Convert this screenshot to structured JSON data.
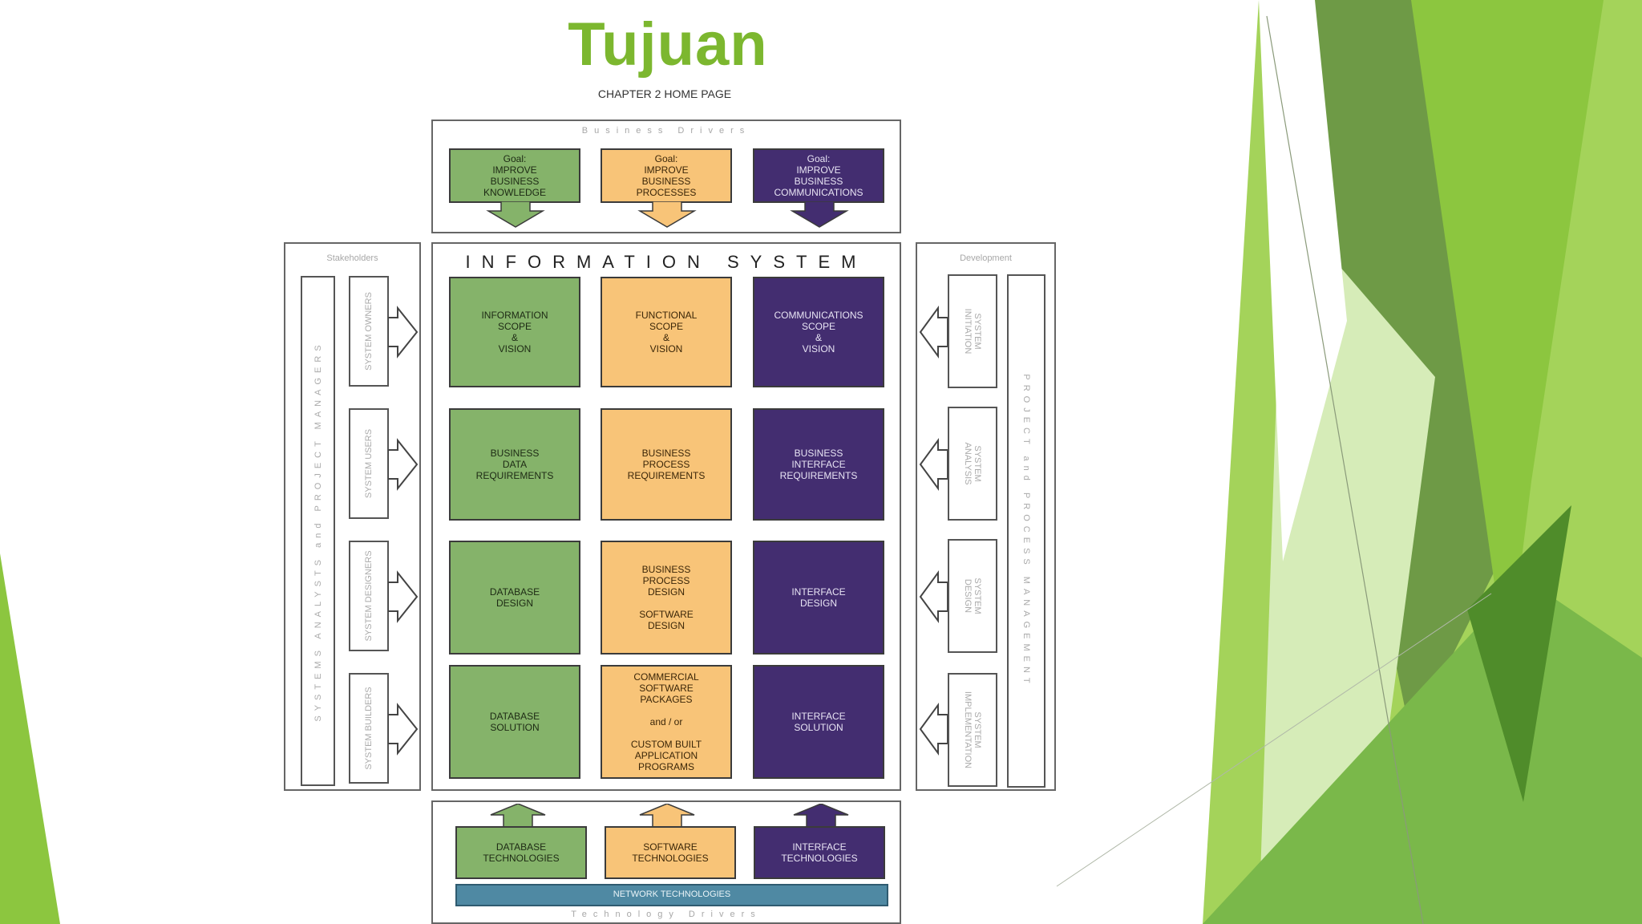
{
  "slide": {
    "title": "Tujuan",
    "subtitle": "CHAPTER 2 HOME PAGE"
  },
  "colors": {
    "accent_green": "#7cb72f",
    "cell_green": "#85b36a",
    "cell_orange": "#f8c478",
    "cell_purple": "#432d70",
    "network_blue": "#4f89a3"
  },
  "business_drivers": {
    "label": "Business Drivers",
    "goals": [
      "Goal:\nIMPROVE\nBUSINESS\nKNOWLEDGE",
      "Goal:\nIMPROVE\nBUSINESS\nPROCESSES",
      "Goal:\nIMPROVE\nBUSINESS\nCOMMUNICATIONS"
    ]
  },
  "stakeholders": {
    "label": "Stakeholders",
    "side_label": "SYSTEMS ANALYSTS and PROJECT MANAGERS",
    "roles": [
      "SYSTEM OWNERS",
      "SYSTEM USERS",
      "SYSTEM DESIGNERS",
      "SYSTEM BUILDERS"
    ]
  },
  "information_system": {
    "label": "INFORMATION SYSTEM",
    "rows": [
      [
        "INFORMATION\nSCOPE\n&\nVISION",
        "FUNCTIONAL\nSCOPE\n&\nVISION",
        "COMMUNICATIONS\nSCOPE\n&\nVISION"
      ],
      [
        "BUSINESS\nDATA\nREQUIREMENTS",
        "BUSINESS\nPROCESS\nREQUIREMENTS",
        "BUSINESS\nINTERFACE\nREQUIREMENTS"
      ],
      [
        "DATABASE\nDESIGN",
        "BUSINESS\nPROCESS\nDESIGN\n\nSOFTWARE\nDESIGN",
        "INTERFACE\nDESIGN"
      ],
      [
        "DATABASE\nSOLUTION",
        "COMMERCIAL\nSOFTWARE\nPACKAGES\n\nand / or\n\nCUSTOM BUILT\nAPPLICATION\nPROGRAMS",
        "INTERFACE\nSOLUTION"
      ]
    ]
  },
  "development": {
    "label": "Development",
    "side_label": "PROJECT and PROCESS MANAGEMENT",
    "phases": [
      "SYSTEM\nINITIATION",
      "SYSTEM\nANALYSIS",
      "SYSTEM\nDESIGN",
      "SYSTEM\nIMPLEMENTATION"
    ]
  },
  "technology_drivers": {
    "label": "Technology Drivers",
    "technologies": [
      "DATABASE\nTECHNOLOGIES",
      "SOFTWARE\nTECHNOLOGIES",
      "INTERFACE\nTECHNOLOGIES"
    ],
    "network": "NETWORK TECHNOLOGIES"
  }
}
